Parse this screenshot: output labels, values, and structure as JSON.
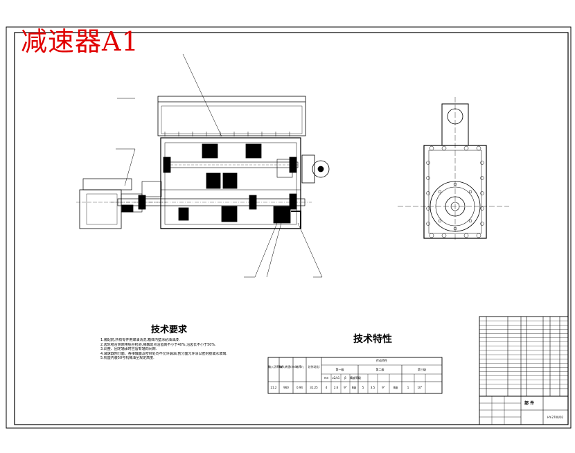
{
  "drawing": {
    "title": "减速器A1",
    "technical_requirements": {
      "heading": "技术要求",
      "items": [
        "1.装配前,所有零件用煤油清洗,箱体内壁涂耐油油漆.",
        "2.齿轮啮合侧隙用铅丝检验,接触斑点沿齿高不小于40%,沿齿长不小于50%.",
        "3.调整、固定轴承时应留有轴向间隙.",
        "4.减速器剖分面、各接触面及密封处均不允许漏油,剖分面允许涂以密封胶或水玻璃.",
        "5.机座内装50号机械油至规定高度."
      ]
    },
    "technical_characteristics": {
      "heading": "技术特性",
      "table": {
        "header_cols": [
          "输入功率kW",
          "输入转速r/min",
          "效率η",
          "总传动比i",
          "传动特性"
        ],
        "sub_groups": [
          "第一级",
          "第二级",
          "第三级"
        ],
        "sub_cols": [
          "mn",
          "z2/z1",
          "β",
          "精度等级"
        ],
        "row": [
          "21.2",
          "960",
          "0.94",
          "31.25",
          "4",
          "2.6",
          "9°",
          "8级",
          "5",
          "3.5",
          "9°",
          "8级",
          "1",
          "10°"
        ]
      }
    },
    "title_block": {
      "part_label": "部 件",
      "drawing_no": "HY-2700/02",
      "bom_rows": 17
    }
  }
}
